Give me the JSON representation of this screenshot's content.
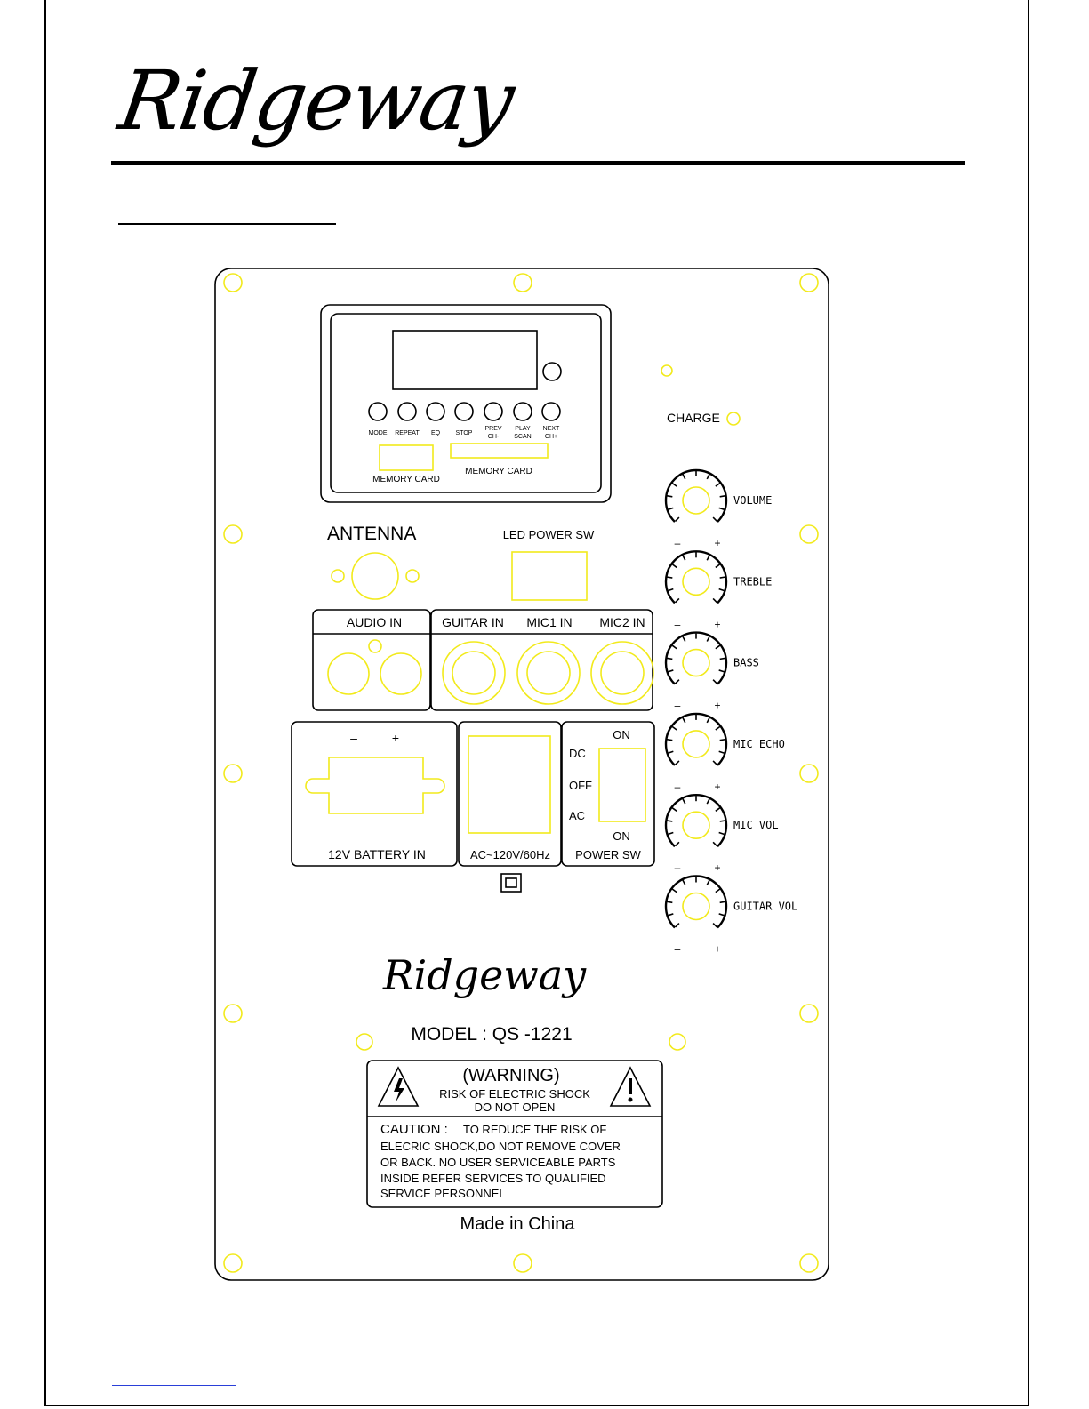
{
  "brand": "Ridgeway",
  "display": {
    "buttons": [
      {
        "label": "MODE",
        "label2": ""
      },
      {
        "label": "REPEAT",
        "label2": ""
      },
      {
        "label": "EQ",
        "label2": ""
      },
      {
        "label": "STOP",
        "label2": ""
      },
      {
        "label": "PREV",
        "label2": "CH-"
      },
      {
        "label": "PLAY",
        "label2": "SCAN"
      },
      {
        "label": "NEXT",
        "label2": "CH+"
      }
    ],
    "memory_card_left": "MEMORY CARD",
    "memory_card_right": "MEMORY CARD"
  },
  "charge_label": "CHARGE",
  "knobs": [
    {
      "label": "VOLUME",
      "minus": "–",
      "plus": "+"
    },
    {
      "label": "TREBLE",
      "minus": "–",
      "plus": "+"
    },
    {
      "label": "BASS",
      "minus": "–",
      "plus": "+"
    },
    {
      "label": "MIC ECHO",
      "minus": "–",
      "plus": "+"
    },
    {
      "label": "MIC VOL",
      "minus": "–",
      "plus": "+"
    },
    {
      "label": "GUITAR VOL",
      "minus": "–",
      "plus": "+"
    }
  ],
  "antenna_label": "ANTENNA",
  "led_power_sw_label": "LED POWER SW",
  "audio_in_label": "AUDIO IN",
  "guitar_in_label": "GUITAR IN",
  "mic1_in_label": "MIC1 IN",
  "mic2_in_label": "MIC2 IN",
  "battery": {
    "minus": "–",
    "plus": "+",
    "label": "12V BATTERY IN"
  },
  "ac_label": "AC~120V/60Hz",
  "power_sw": {
    "on_top": "ON",
    "dc": "DC",
    "off": "OFF",
    "ac": "AC",
    "on_bottom": "ON",
    "label": "POWER SW"
  },
  "panel_brand": "Ridgeway",
  "model": "MODEL : QS -1221",
  "warning": {
    "title": "(WARNING)",
    "line1": "RISK OF ELECTRIC SHOCK",
    "line2": "DO NOT OPEN",
    "caution_head": "CAUTION :",
    "caution1": "TO REDUCE THE RISK OF",
    "caution2": "ELECRIC SHOCK,DO NOT REMOVE COVER",
    "caution3": "OR BACK. NO USER SERVICEABLE PARTS",
    "caution4": "INSIDE REFER SERVICES TO QUALIFIED",
    "caution5": "SERVICE PERSONNEL"
  },
  "made_in": "Made in China",
  "colors": {
    "accent": "#f2ea1c",
    "line": "#000000",
    "link": "#2a3fd8"
  }
}
